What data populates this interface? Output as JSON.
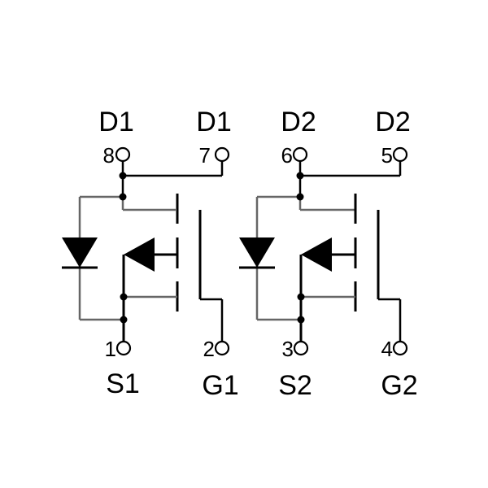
{
  "pins": {
    "p8": {
      "number": "8",
      "name": "D1"
    },
    "p7": {
      "number": "7",
      "name": "D1"
    },
    "p6": {
      "number": "6",
      "name": "D2"
    },
    "p5": {
      "number": "5",
      "name": "D2"
    },
    "p1": {
      "number": "1",
      "name": "S1"
    },
    "p2": {
      "number": "2",
      "name": "G1"
    },
    "p3": {
      "number": "3",
      "name": "S2"
    },
    "p4": {
      "number": "4",
      "name": "G2"
    }
  }
}
